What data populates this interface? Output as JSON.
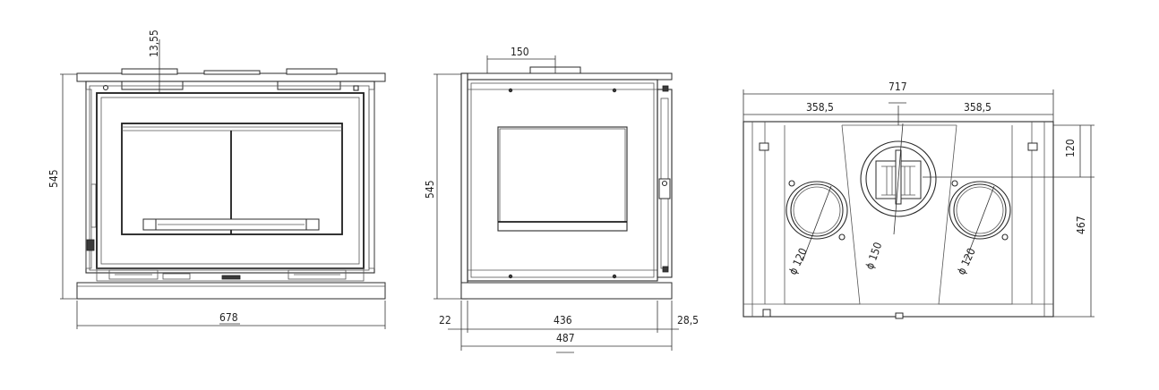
{
  "dimensions": {
    "front_width": "678",
    "front_height": "545",
    "front_top_offset": "13,55",
    "side_height": "545",
    "side_flue_offset": "150",
    "side_left_gap": "22",
    "side_body_depth": "436",
    "side_right_gap": "28,5",
    "side_total_depth": "487",
    "top_width": "717",
    "top_half_left": "358,5",
    "top_half_right": "358,5",
    "top_depth": "467",
    "top_flue_offset": "120",
    "left_duct_dia": "ϕ 120",
    "center_flue_dia": "ϕ 150",
    "right_duct_dia": "ϕ 120"
  }
}
